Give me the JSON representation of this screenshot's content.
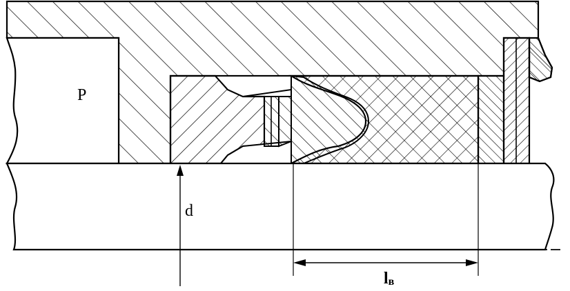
{
  "labels": {
    "pressure": "P",
    "diameter": "d",
    "length_main": "l",
    "length_sub": "в"
  }
}
